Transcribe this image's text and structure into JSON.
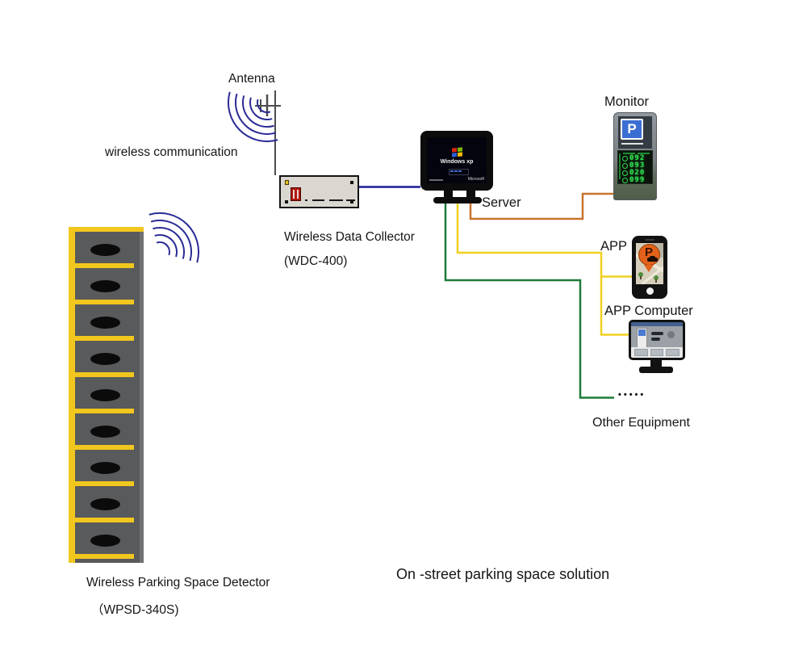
{
  "diagram": {
    "title": "On -street parking space solution",
    "antenna": {
      "label": "Antenna"
    },
    "wireless_link": {
      "label": "wireless communication"
    },
    "collector": {
      "name": "Wireless Data Collector",
      "model": "(WDC-400)"
    },
    "server": {
      "label": "Server",
      "screen": {
        "os_label": "Windows xp",
        "vendor": "Microsoft"
      }
    },
    "monitor": {
      "label": "Monitor",
      "p_sign": "P",
      "display_rows": [
        "092",
        "093",
        "020",
        "099"
      ]
    },
    "app": {
      "label": "APP",
      "pin_letter": "P"
    },
    "app_computer": {
      "label": "APP Computer"
    },
    "other_equipment": {
      "label": "Other Equipment",
      "dots": "•••••"
    },
    "detector": {
      "name": "Wireless Parking Space Detector",
      "model": "（WPSD-340S)",
      "sensor_count": 9
    },
    "colors": {
      "wave_blue": "#2b2b96",
      "cable_blue": "#1d1d97",
      "cable_orange": "#c8732c",
      "cable_yellow": "#f0d020",
      "cable_green": "#1f7a3a",
      "cable_gray": "#4d4d4d",
      "detector_yellow": "#f2c71d",
      "led_green": "#2ee04e"
    }
  }
}
